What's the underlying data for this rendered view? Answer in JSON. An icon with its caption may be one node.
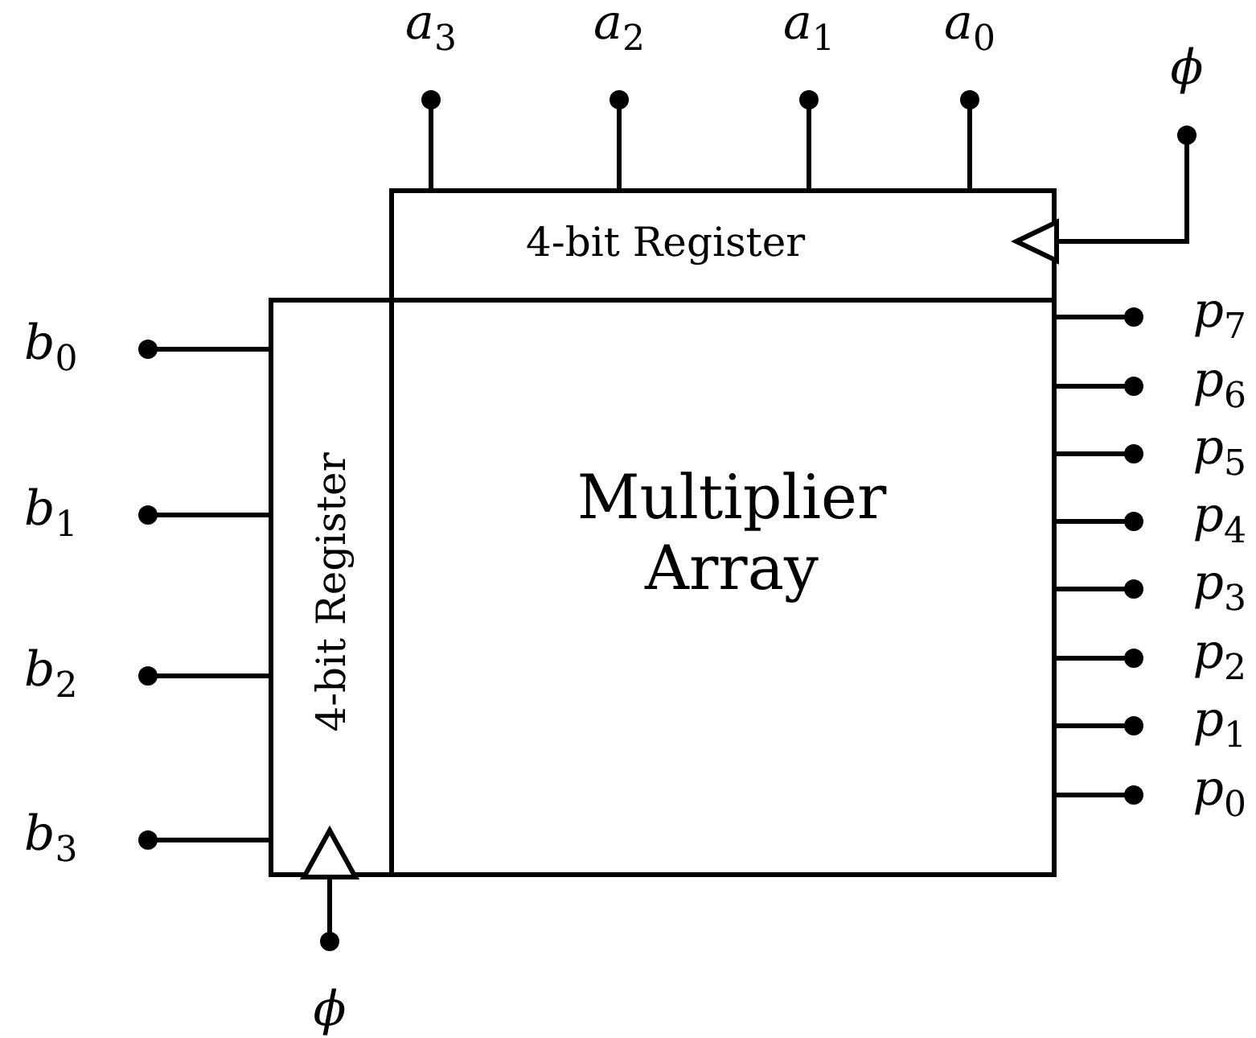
{
  "diagram": {
    "nodes": [
      {
        "text": [
          "4-bit Register"
        ]
      },
      {
        "text": [
          "4-bit Register"
        ]
      },
      {
        "text": [
          "Multiplier Array"
        ]
      },
      {
        "text": [
          "a$_{3}$"
        ]
      },
      {
        "text": [
          "a$_{2}$"
        ]
      },
      {
        "text": [
          "a$_{1}$"
        ]
      },
      {
        "text": [
          "a$_{0}$"
        ]
      },
      {
        "text": [
          "ϕ"
        ]
      },
      {
        "text": [
          "b$_{0}$"
        ]
      },
      {
        "text": [
          "b$_{1}$"
        ]
      },
      {
        "text": [
          "b$_{2}$"
        ]
      },
      {
        "text": [
          "b$_{3}$"
        ]
      },
      {
        "text": [
          "p$_{7}$"
        ]
      },
      {
        "text": [
          "p$_{6}$"
        ]
      },
      {
        "text": [
          "p$_{5}$"
        ]
      },
      {
        "text": [
          "p$_{4}$"
        ]
      },
      {
        "text": [
          "p$_{3}$"
        ]
      },
      {
        "text": [
          "p$_{2}$"
        ]
      },
      {
        "text": [
          "p$_{1}$"
        ]
      },
      {
        "text": [
          "p$_{0}$"
        ]
      },
      {
        "text": [
          "ϕ"
        ]
      }
    ],
    "edges": [
      {
        "from": 3,
        "to": 0,
        "arrow": "other"
      },
      {
        "from": 4,
        "to": 0,
        "arrow": "other"
      },
      {
        "from": 5,
        "to": 0,
        "arrow": "other"
      },
      {
        "from": 6,
        "to": 0,
        "arrow": "other"
      },
      {
        "from": 7,
        "to": 0,
        "arrow": "other"
      },
      {
        "from": 8,
        "to": 1,
        "arrow": "other"
      },
      {
        "from": 9,
        "to": 1,
        "arrow": "other"
      },
      {
        "from": 10,
        "to": 1,
        "arrow": "other"
      },
      {
        "from": 11,
        "to": 1,
        "arrow": "other"
      },
      {
        "from": 2,
        "to": 12,
        "arrow": "other"
      },
      {
        "from": 2,
        "to": 13,
        "arrow": "other"
      },
      {
        "from": 2,
        "to": 14,
        "arrow": "other"
      },
      {
        "from": 2,
        "to": 15,
        "arrow": "other"
      },
      {
        "from": 2,
        "to": 16,
        "arrow": "other"
      },
      {
        "from": 2,
        "to": 17,
        "arrow": "other"
      },
      {
        "from": 2,
        "to": 18,
        "arrow": "other"
      },
      {
        "from": 2,
        "to": 19,
        "arrow": "other"
      },
      {
        "from": 20,
        "to": 1,
        "arrow": "other"
      }
    ]
  }
}
